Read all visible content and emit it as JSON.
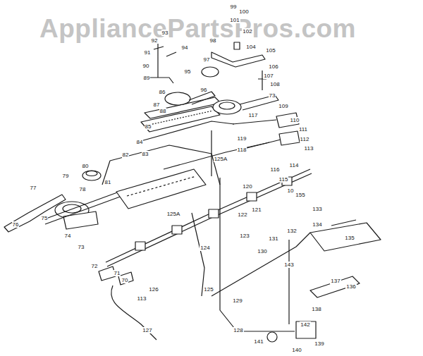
{
  "diagram": {
    "labels": [
      "AppliancePartsPros.com",
      "99",
      "100",
      "101",
      "102",
      "98",
      "104",
      "105",
      "97",
      "106",
      "107",
      "108",
      "93",
      "92",
      "94",
      "91",
      "90",
      "89",
      "95",
      "96",
      "86",
      "73",
      "87",
      "88",
      "109",
      "117",
      "110",
      "111",
      "112",
      "113",
      "85",
      "84",
      "119",
      "118",
      "125A",
      "114",
      "83",
      "82",
      "80",
      "79",
      "81",
      "116",
      "115",
      "120",
      "10",
      "155",
      "121",
      "133",
      "77",
      "78",
      "125A",
      "122",
      "134",
      "132",
      "135",
      "131",
      "76",
      "75",
      "74",
      "73",
      "123",
      "130",
      "143",
      "72",
      "71",
      "70",
      "124",
      "125",
      "126",
      "113",
      "137",
      "136",
      "129",
      "138",
      "127",
      "142",
      "128",
      "141",
      "139",
      "140"
    ]
  }
}
